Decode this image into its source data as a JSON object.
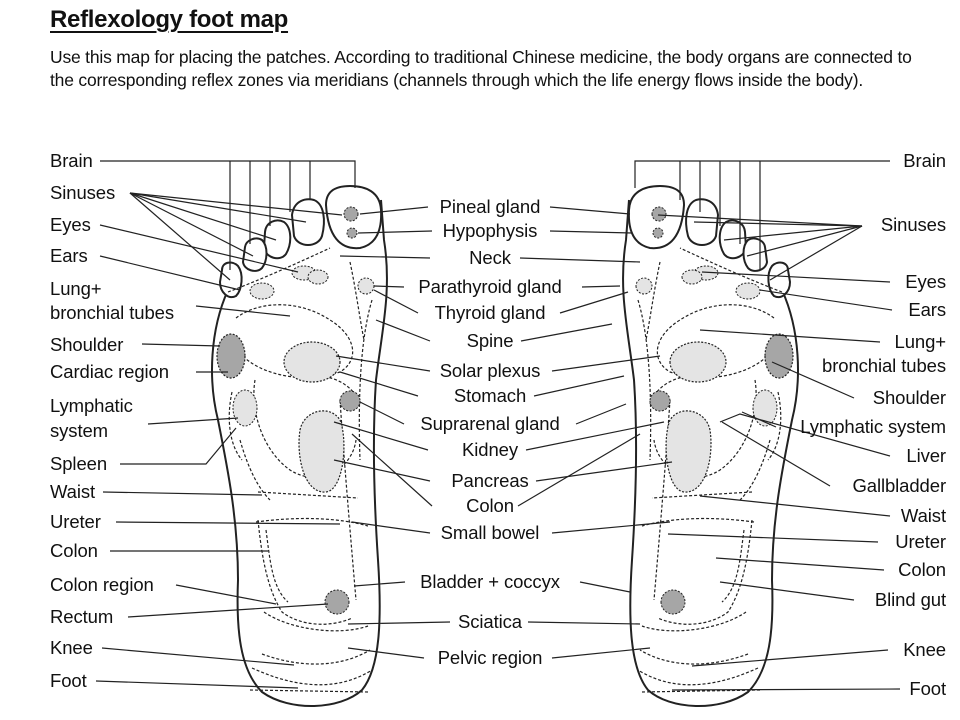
{
  "title": "Reflexology foot map",
  "intro": "Use this map for placing the patches. According to traditional Chinese medicine, the body organs are connected to the corresponding reflex zones via meridians (channels through which the life energy flows inside the body).",
  "left_labels": {
    "brain": "Brain",
    "sinuses": "Sinuses",
    "eyes": "Eyes",
    "ears": "Ears",
    "lung_1": "Lung+",
    "lung_2": "bronchial tubes",
    "shoulder": "Shoulder",
    "cardiac": "Cardiac region",
    "lymph_1": "Lymphatic",
    "lymph_2": "system",
    "spleen": "Spleen",
    "waist": "Waist",
    "ureter": "Ureter",
    "colon": "Colon",
    "colon_region": "Colon region",
    "rectum": "Rectum",
    "knee": "Knee",
    "foot": "Foot"
  },
  "center_labels": {
    "pineal": "Pineal gland",
    "hypophysis": "Hypophysis",
    "neck": "Neck",
    "parathyroid": "Parathyroid gland",
    "thyroid": "Thyroid gland",
    "spine": "Spine",
    "solar": "Solar plexus",
    "stomach": "Stomach",
    "suprarenal": "Suprarenal gland",
    "kidney": "Kidney",
    "pancreas": "Pancreas",
    "colon": "Colon",
    "small_bowel": "Small bowel",
    "bladder": "Bladder + coccyx",
    "sciatica": "Sciatica",
    "pelvic": "Pelvic region"
  },
  "right_labels": {
    "brain": "Brain",
    "sinuses": "Sinuses",
    "eyes": "Eyes",
    "ears": "Ears",
    "lung_1": "Lung+",
    "lung_2": "bronchial tubes",
    "shoulder": "Shoulder",
    "lymph": "Lymphatic system",
    "liver": "Liver",
    "gallbladder": "Gallbladder",
    "waist": "Waist",
    "ureter": "Ureter",
    "colon": "Colon",
    "blind_gut": "Blind gut",
    "knee": "Knee",
    "foot": "Foot"
  },
  "colors": {
    "patch_dark": "#a6a6a6",
    "patch_light": "#e4e4e4",
    "outline": "#222222"
  }
}
